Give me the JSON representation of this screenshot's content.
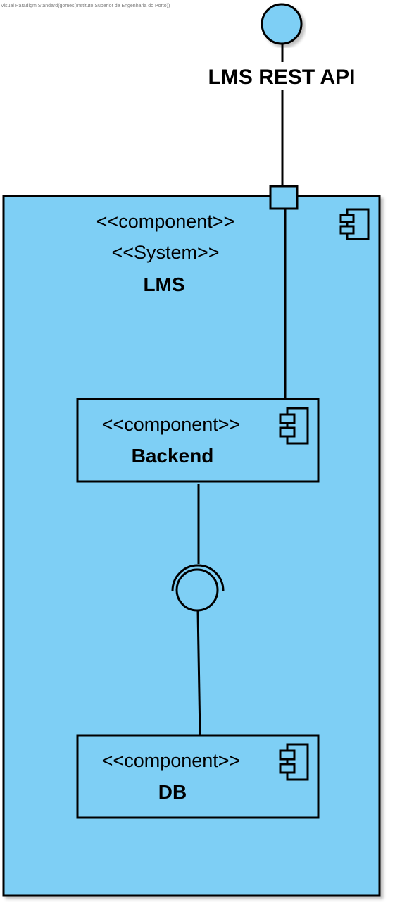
{
  "watermark": "Visual Paradigm Standard(gomes(Instituto Superior de Engenharia do Porto))",
  "colors": {
    "fill": "#7ecff5",
    "stroke": "#000000",
    "background": "#ffffff"
  },
  "interface": {
    "label": "LMS REST API"
  },
  "system": {
    "stereotype_component": "<<component>>",
    "stereotype_system": "<<System>>",
    "name": "LMS",
    "icon": "component-icon"
  },
  "components": [
    {
      "stereotype": "<<component>>",
      "name": "Backend",
      "icon": "component-icon"
    },
    {
      "stereotype": "<<component>>",
      "name": "DB",
      "icon": "component-icon"
    }
  ]
}
